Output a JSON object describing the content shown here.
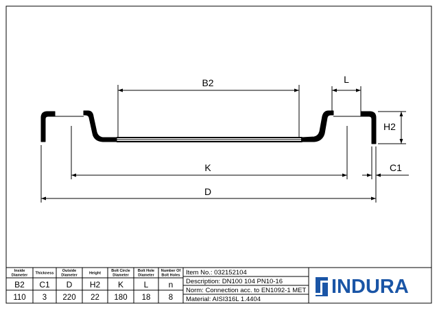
{
  "drawing": {
    "dimensions": {
      "b2": "B2",
      "l": "L",
      "h2": "H2",
      "k": "K",
      "c1": "C1",
      "d": "D"
    }
  },
  "title_block": {
    "columns": [
      {
        "header": [
          "Inside",
          "Diameter"
        ],
        "symbol": "B2",
        "value": "110"
      },
      {
        "header": [
          "Thickness"
        ],
        "symbol": "C1",
        "value": "3"
      },
      {
        "header": [
          "Outside",
          "Diameter"
        ],
        "symbol": "D",
        "value": "220"
      },
      {
        "header": [
          "Height"
        ],
        "symbol": "H2",
        "value": "22"
      },
      {
        "header": [
          "Bolt Circle",
          "Diameter"
        ],
        "symbol": "K",
        "value": "180"
      },
      {
        "header": [
          "Bolt Hole",
          "Diameter"
        ],
        "symbol": "L",
        "value": "18"
      },
      {
        "header": [
          "Number Of",
          "Bolt Holes"
        ],
        "symbol": "n",
        "value": "8"
      }
    ],
    "info": [
      "Item No.: 032152104",
      "Description: DN100  104  PN10-16",
      "Norm: Connection acc. to EN1092-1 MET",
      "Material: AISI316L  1.4404"
    ],
    "logo": "INDURA",
    "brand_color": "#1a55a6"
  }
}
